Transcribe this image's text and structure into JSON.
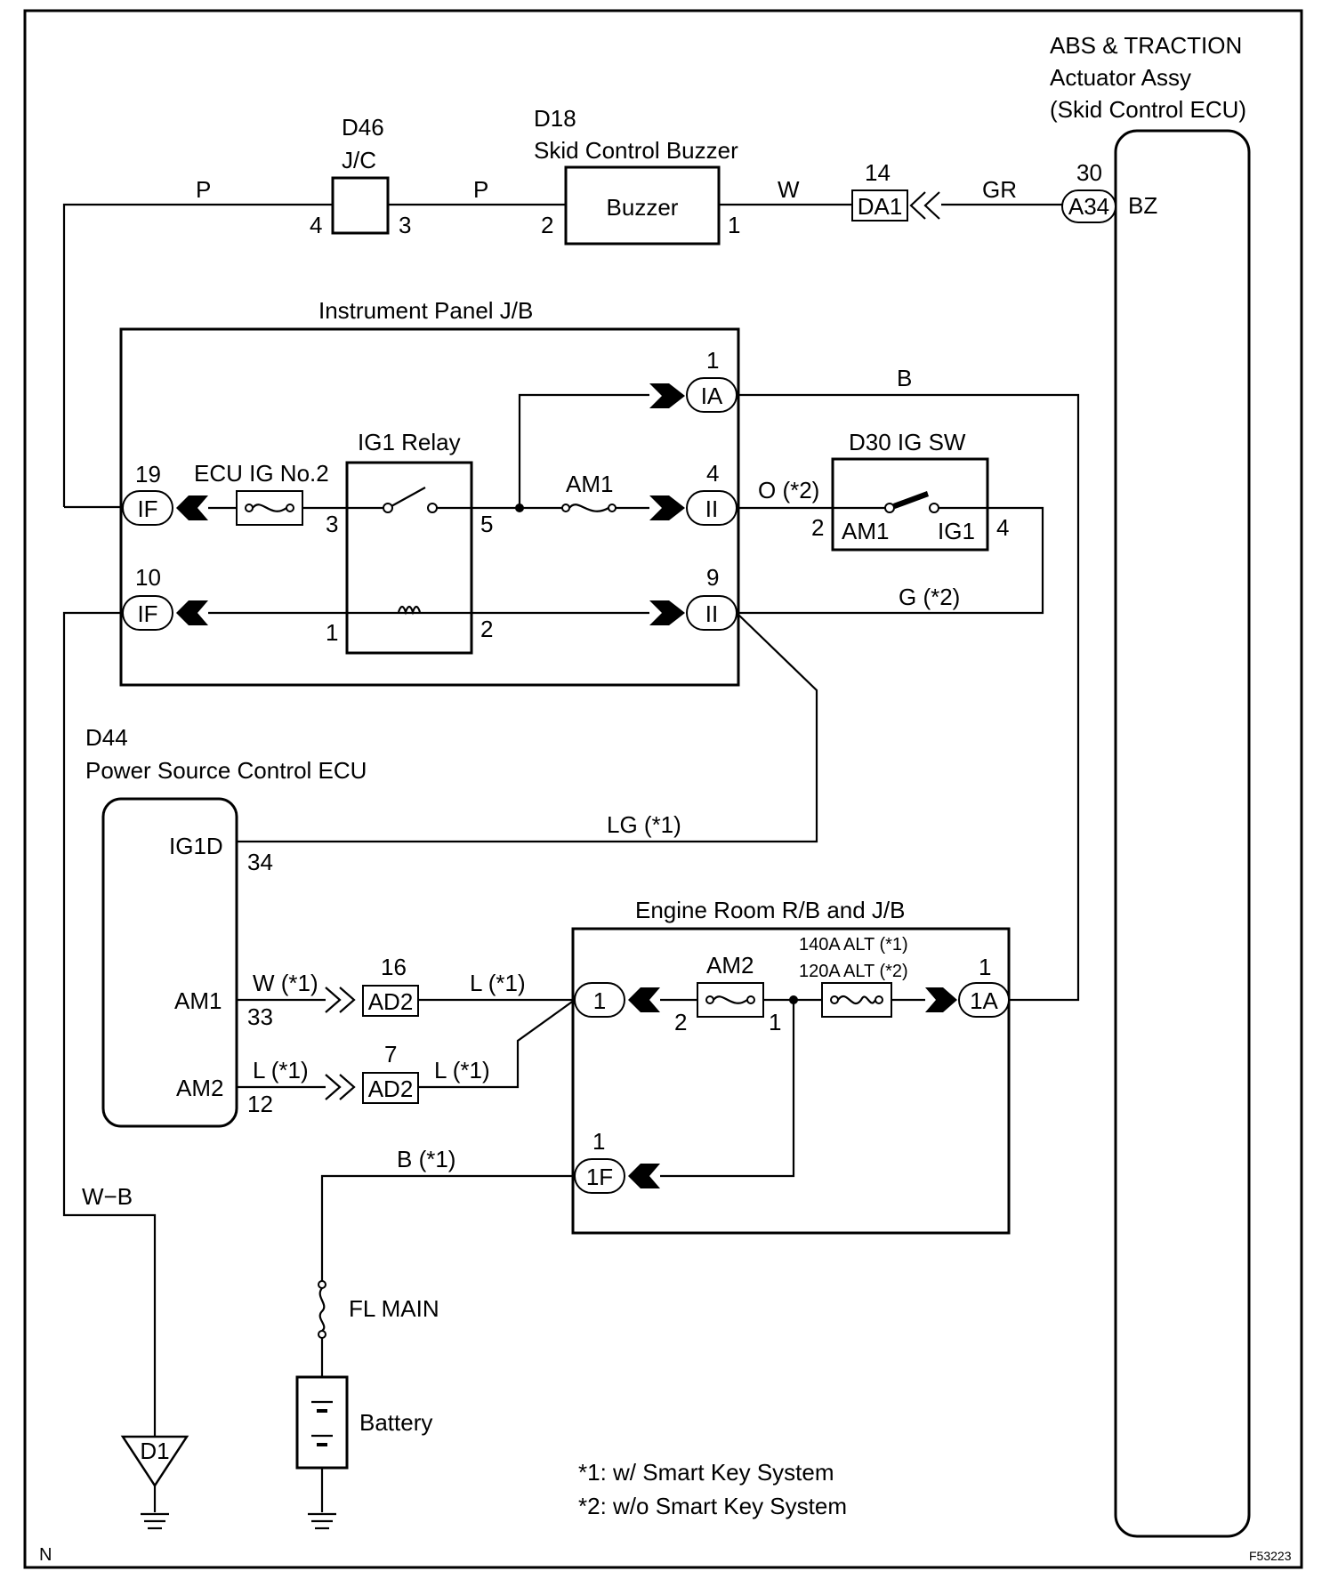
{
  "components": {
    "abs_ecu": {
      "line1": "ABS & TRACTION",
      "line2": "Actuator Assy",
      "line3": "(Skid Control ECU)",
      "terminal_name": "BZ",
      "pin": "30",
      "connector": "A34"
    },
    "junction_connector": {
      "code": "D46",
      "name": "J/C",
      "pin_left": "4",
      "pin_right": "3"
    },
    "buzzer": {
      "code": "D18",
      "name": "Skid Control Buzzer",
      "body_label": "Buzzer",
      "pin_left": "2",
      "pin_right": "1"
    },
    "connector_da1": {
      "pin": "14",
      "label": "DA1"
    },
    "instrument_panel_jb": {
      "title": "Instrument Panel J/B",
      "fuse_ecu_ig": "ECU IG No.2",
      "relay_label": "IG1 Relay",
      "fuse_am1": "AM1",
      "relay_pins": {
        "p3": "3",
        "p5": "5",
        "p1": "1",
        "p2": "2"
      },
      "connectors": {
        "if19": {
          "pin": "19",
          "label": "IF"
        },
        "if10": {
          "pin": "10",
          "label": "IF"
        },
        "ia1": {
          "pin": "1",
          "label": "IA"
        },
        "ii4": {
          "pin": "4",
          "label": "II"
        },
        "ii9": {
          "pin": "9",
          "label": "II"
        }
      }
    },
    "ig_switch": {
      "title": "D30 IG SW",
      "am1": "AM1",
      "ig1": "IG1",
      "pin_left": "2",
      "pin_right": "4"
    },
    "power_ecu": {
      "code": "D44",
      "name": "Power Source Control ECU",
      "ig1d": "IG1D",
      "ig1d_pin": "34",
      "am1": "AM1",
      "am1_pin": "33",
      "am2": "AM2",
      "am2_pin": "12"
    },
    "connector_ad2_a": {
      "pin": "16",
      "label": "AD2"
    },
    "connector_ad2_b": {
      "pin": "7",
      "label": "AD2"
    },
    "engine_room_jb": {
      "title": "Engine Room R/B and J/B",
      "am2": "AM2",
      "alt1": "140A ALT (*1)",
      "alt2": "120A ALT (*2)",
      "am2_pin_left": "2",
      "am2_pin_right": "1",
      "conn_1": "1",
      "conn_1a_pin": "1",
      "conn_1a": "1A",
      "conn_1f_pin": "1",
      "conn_1f": "1F"
    },
    "fl_main": "FL MAIN",
    "battery": "Battery",
    "ground_d1": "D1"
  },
  "wires": {
    "p_left": "P",
    "p_right": "P",
    "w_buzzer": "W",
    "gr": "GR",
    "b_top": "B",
    "o_star2": "O (*2)",
    "g_star2": "G (*2)",
    "lg_star1": "LG (*1)",
    "w_star1": "W (*1)",
    "l_star1_a": "L (*1)",
    "l_star1_b": "L (*1)",
    "l_star1_c": "L (*1)",
    "b_star1": "B (*1)",
    "w_b": "W−B"
  },
  "notes": {
    "note1": "*1: w/ Smart Key System",
    "note2": "*2: w/o Smart Key System"
  },
  "corner_left": "N",
  "corner_right": "F53223"
}
